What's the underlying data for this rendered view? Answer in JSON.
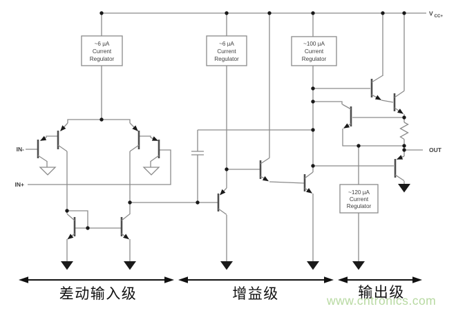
{
  "ports": {
    "vcc_main": "V",
    "vcc_sub": "CC+",
    "in_minus": "IN-",
    "in_plus": "IN+",
    "out": "OUT"
  },
  "regulators": [
    {
      "name": "input-stage-current-regulator",
      "line1": "~6 µA",
      "line2": "Current",
      "line3": "Regulator"
    },
    {
      "name": "gain-stage-current-regulator",
      "line1": "~6 µA",
      "line2": "Current",
      "line3": "Regulator"
    },
    {
      "name": "gain-stage-current-regulator-2",
      "line1": "~100 µA",
      "line2": "Current",
      "line3": "Regulator"
    },
    {
      "name": "output-stage-current-regulator",
      "line1": "~120 µA",
      "line2": "Current",
      "line3": "Regulator"
    }
  ],
  "stages": [
    {
      "label": "差动输入级"
    },
    {
      "label": "增益级"
    },
    {
      "label": "输出级"
    }
  ],
  "watermark": "www.cntronics.com",
  "colors": {
    "wire": "#8a8a8a",
    "symbol": "#1a1a1a",
    "label": "#3d3d3d",
    "stage_text": "#111111",
    "watermark": "#b7d9a1"
  }
}
